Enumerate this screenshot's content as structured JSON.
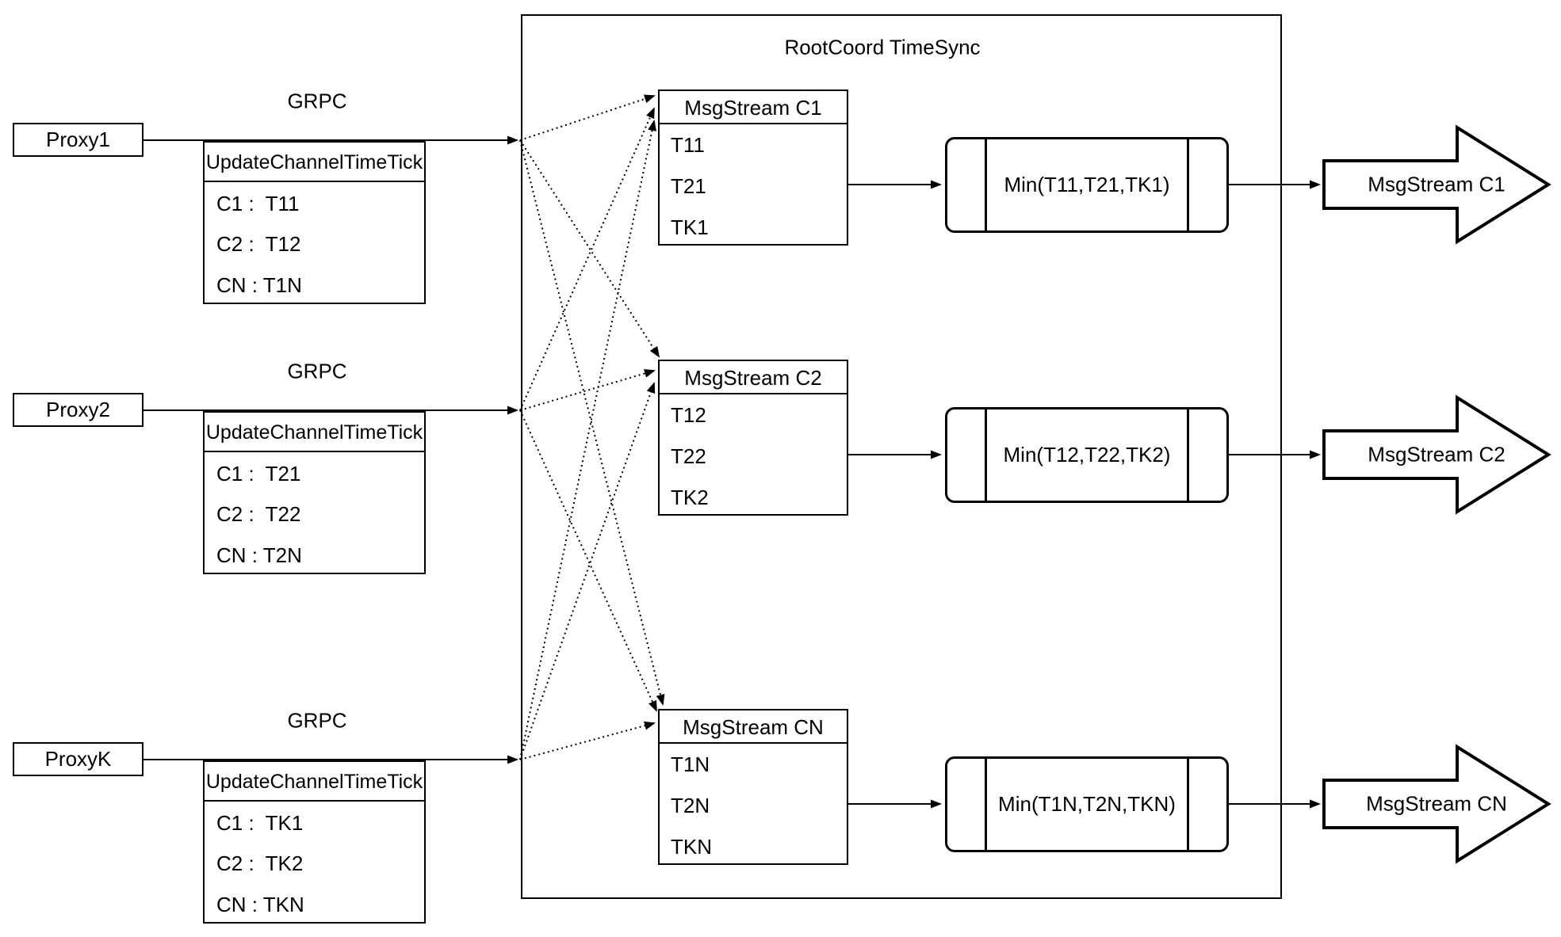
{
  "title": "RootCoord TimeSync",
  "colors": {
    "stroke": "#000000",
    "background": "#ffffff"
  },
  "rows": [
    {
      "proxy_label": "Proxy1",
      "grpc_label": "GRPC",
      "update_box": {
        "title": "UpdateChannelTimeTick",
        "rows": [
          "C1 :  T11",
          "C2 :  T12",
          "CN : T1N"
        ]
      },
      "stream_box": {
        "title": "MsgStream C1",
        "rows": [
          "T11",
          "T21",
          "TK1"
        ]
      },
      "min_label": "Min(T11,T21,TK1)",
      "output_arrow_label": "MsgStream C1"
    },
    {
      "proxy_label": "Proxy2",
      "grpc_label": "GRPC",
      "update_box": {
        "title": "UpdateChannelTimeTick",
        "rows": [
          "C1 :  T21",
          "C2 :  T22",
          "CN : T2N"
        ]
      },
      "stream_box": {
        "title": "MsgStream C2",
        "rows": [
          "T12",
          "T22",
          "TK2"
        ]
      },
      "min_label": "Min(T12,T22,TK2)",
      "output_arrow_label": "MsgStream C2"
    },
    {
      "proxy_label": "ProxyK",
      "grpc_label": "GRPC",
      "update_box": {
        "title": "UpdateChannelTimeTick",
        "rows": [
          "C1 :  TK1",
          "C2 :  TK2",
          "CN : TKN"
        ]
      },
      "stream_box": {
        "title": "MsgStream CN",
        "rows": [
          "T1N",
          "T2N",
          "TKN"
        ]
      },
      "min_label": "Min(T1N,T2N,TKN)",
      "output_arrow_label": "MsgStream CN"
    }
  ]
}
